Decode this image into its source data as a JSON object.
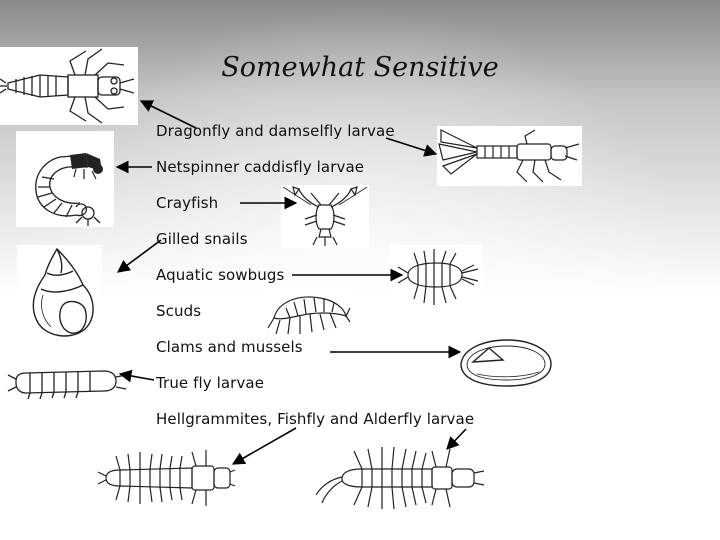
{
  "slide": {
    "title": "Somewhat Sensitive",
    "items": [
      "Dragonfly and damselfly larvae",
      "Netspinner caddisfly larvae",
      "Crayfish",
      "Gilled snails",
      "Aquatic sowbugs",
      "Scuds",
      "Clams and mussels",
      "True fly larvae",
      "Hellgrammites, Fishfly and Alderfly larvae"
    ]
  },
  "images": [
    {
      "icon": "dragonfly-larva-icon"
    },
    {
      "icon": "caddisfly-larva-icon"
    },
    {
      "icon": "snail-icon"
    },
    {
      "icon": "true-fly-larva-icon"
    },
    {
      "icon": "damselfly-larva-icon"
    },
    {
      "icon": "crayfish-icon"
    },
    {
      "icon": "sowbug-icon"
    },
    {
      "icon": "scud-icon"
    },
    {
      "icon": "clam-icon"
    },
    {
      "icon": "hellgrammite-icon"
    },
    {
      "icon": "fishfly-larva-icon"
    }
  ],
  "colors": {
    "text": "#111111",
    "arrow": "#000000",
    "background_top": "#8a8a8a",
    "background_bottom": "#ffffff"
  }
}
